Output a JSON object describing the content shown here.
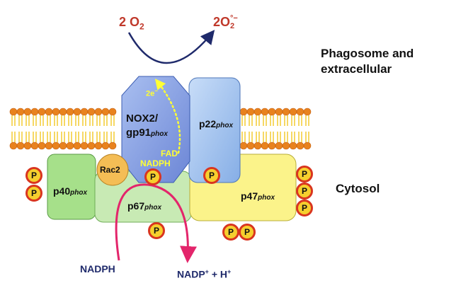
{
  "labels": {
    "oxygen": "2 O",
    "oxygen_sub": "2",
    "superoxide": "2O",
    "superoxide_sub": "2",
    "superoxide_sup": "°−",
    "phagosome_line1": "Phagosome and",
    "phagosome_line2": "extracellular",
    "cytosol": "Cytosol",
    "electrons": "2e",
    "electrons_sup": "−",
    "fad": "FAD",
    "nadph_inner": "NADPH",
    "nadph": "NADPH",
    "nadp": "NADP",
    "nadp_sup1": "+",
    "nadp_plus": " + H",
    "nadp_sup2": "+"
  },
  "proteins": {
    "nox2_line1": "NOX2/",
    "nox2_line2": "gp91",
    "nox2_suffix": "phox",
    "p22": "p22",
    "p22_suffix": "phox",
    "rac2": "Rac2",
    "p40": "p40",
    "p40_suffix": "phox",
    "p67": "p67",
    "p67_suffix": "phox",
    "p47": "p47",
    "p47_suffix": "phox"
  },
  "phospho_label": "P",
  "colors": {
    "membrane_head": "#e8821e",
    "membrane_tail": "#f3cf3e",
    "nox2": "#7f9be0",
    "p22": "#9fc3ef",
    "p40": "#a6e08a",
    "p67": "#c8eab4",
    "p47": "#fbf38a",
    "rac2": "#f4bd55",
    "arc_top": "#1f2a6b",
    "arc_bottom": "#e3256b",
    "electron_flow": "#ffff33"
  }
}
